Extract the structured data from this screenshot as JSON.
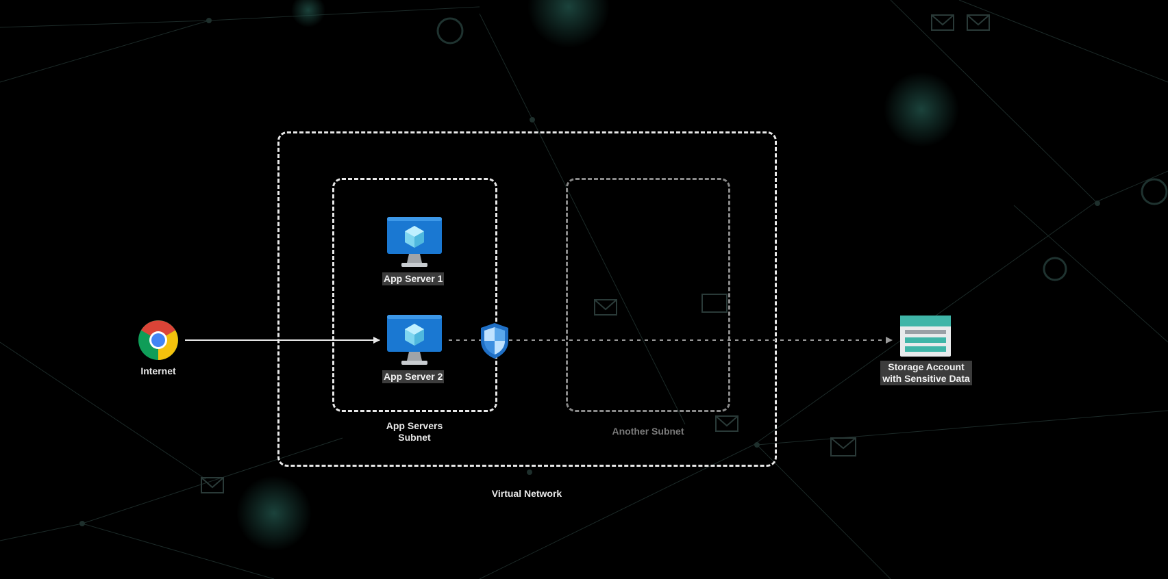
{
  "diagram": {
    "virtual_network": {
      "label": "Virtual Network"
    },
    "app_subnet": {
      "label_line1": "App Servers",
      "label_line2": "Subnet"
    },
    "other_subnet": {
      "label": "Another Subnet"
    },
    "nodes": {
      "internet": {
        "label": "Internet",
        "icon": "chrome-browser-icon"
      },
      "app_server_1": {
        "label": "App Server 1",
        "icon": "virtual-machine-icon"
      },
      "app_server_2": {
        "label": "App Server 2",
        "icon": "virtual-machine-icon"
      },
      "firewall": {
        "icon": "shield-icon"
      },
      "storage": {
        "label_line1": "Storage Account",
        "label_line2": "with Sensitive Data",
        "icon": "storage-account-icon"
      }
    },
    "colors": {
      "vm_blue": "#1a78d2",
      "chrome_red": "#db4437",
      "chrome_yellow": "#f4c20d",
      "chrome_green": "#0f9d58",
      "storage_teal": "#3fb5a8"
    }
  }
}
